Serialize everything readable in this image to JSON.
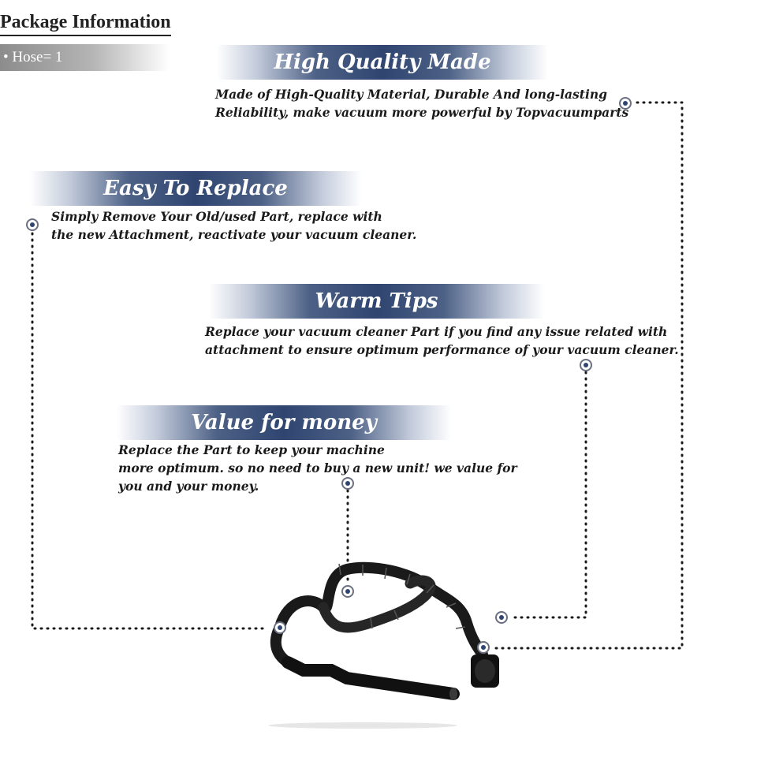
{
  "package": {
    "title": "Package Information",
    "item": "• Hose= 1"
  },
  "features": [
    {
      "title": "High Quality Made",
      "lines": [
        "Made of  High-Quality Material, Durable And long-lasting",
        "Reliability, make vacuum more powerful by Topvacuumparts"
      ]
    },
    {
      "title": "Easy To Replace",
      "lines": [
        "Simply Remove Your Old/used Part, replace with",
        "the new Attachment, reactivate your vacuum cleaner."
      ]
    },
    {
      "title": "Warm Tips",
      "lines": [
        "Replace your vacuum cleaner Part if you find any issue related with",
        " attachment to ensure optimum performance of your vacuum cleaner."
      ]
    },
    {
      "title": "Value for money",
      "lines": [
        "Replace the Part to keep your machine",
        "more optimum. so no need to buy a new unit! we value for",
        "you and your money."
      ]
    }
  ],
  "colors": {
    "banner_dark": "#2f4570",
    "marker_fill": "#2f4570",
    "hose": "#1a1a1a"
  },
  "image": {
    "product": "vacuum-hose-photo"
  }
}
